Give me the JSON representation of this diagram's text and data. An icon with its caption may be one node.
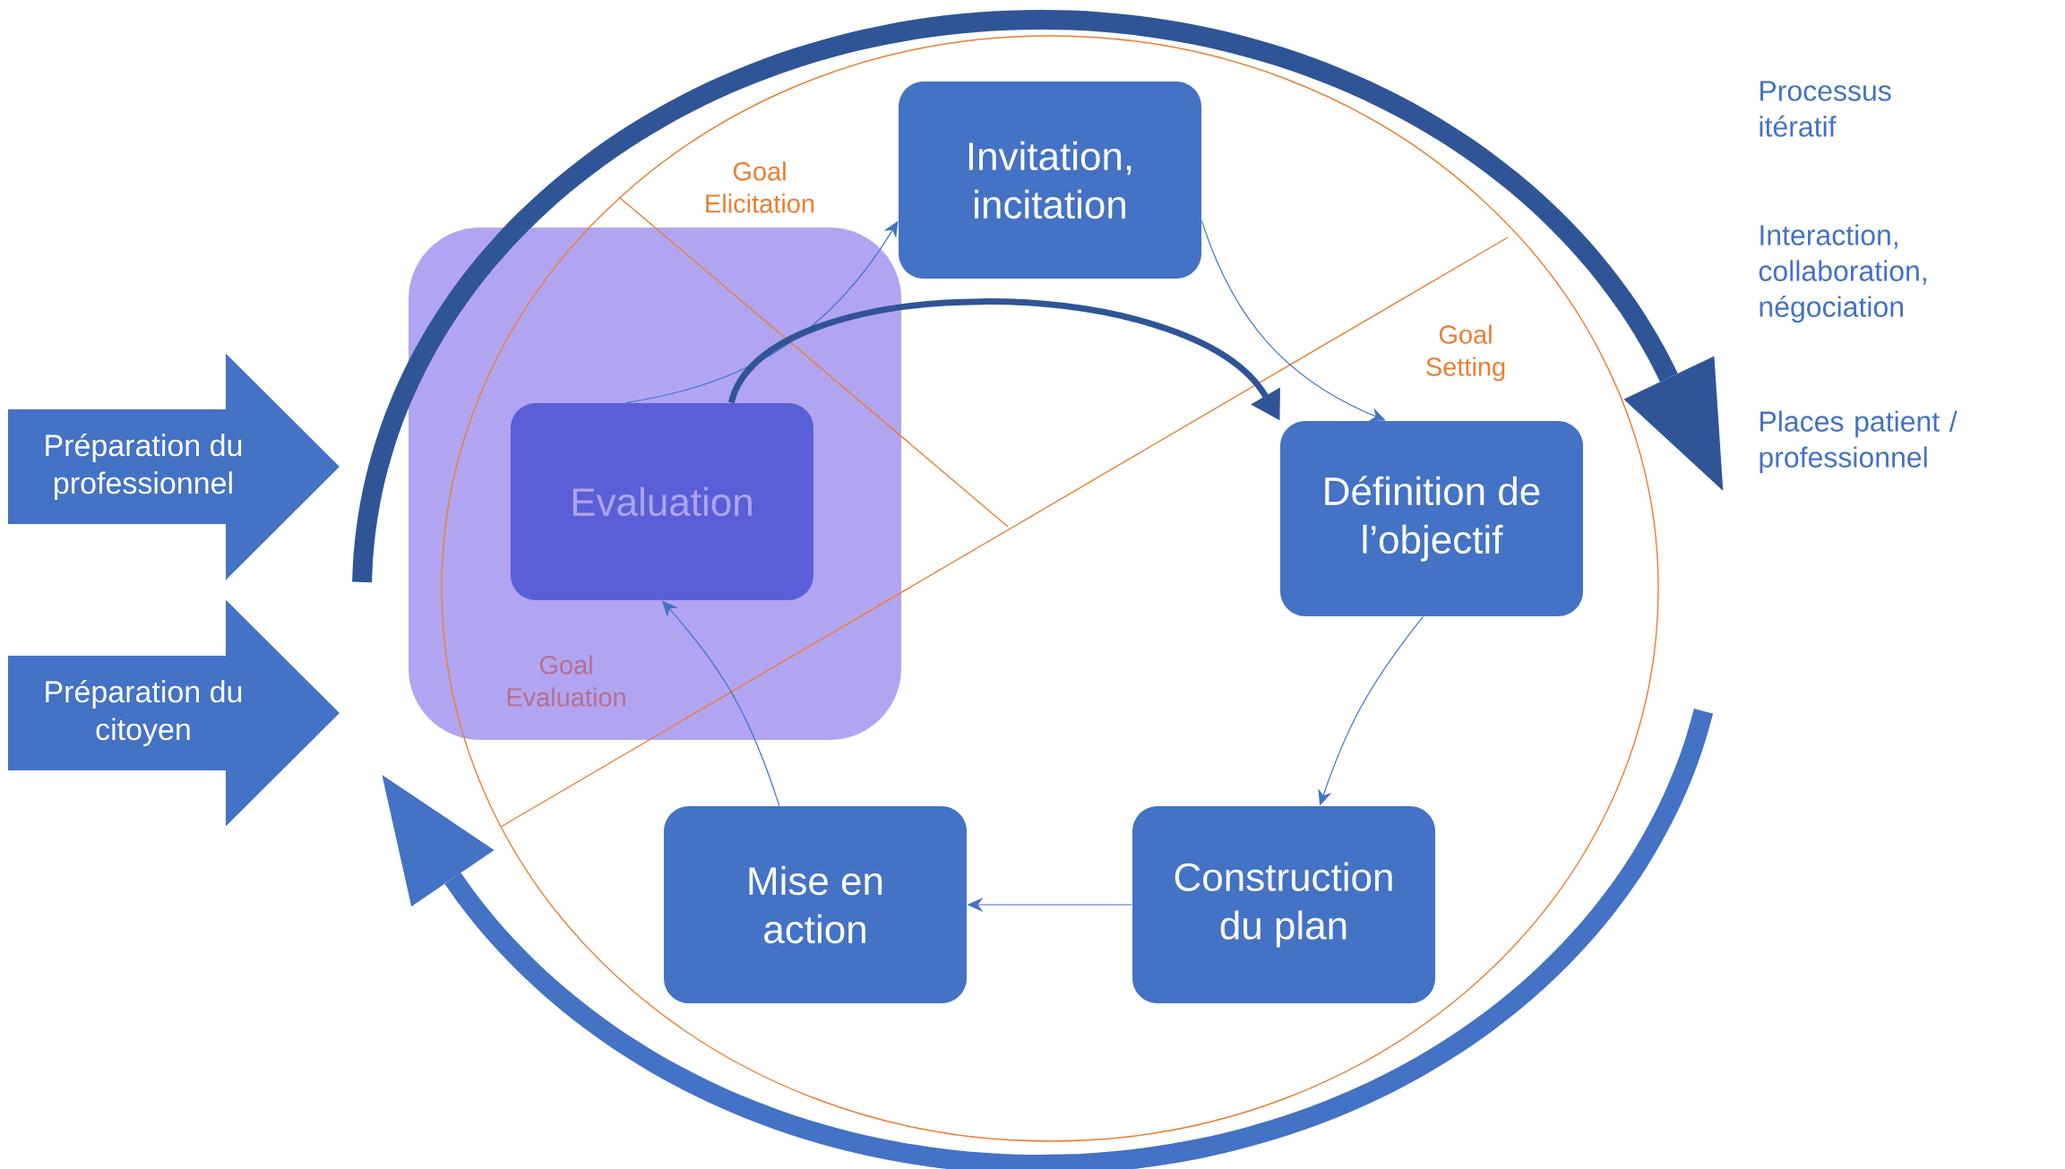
{
  "diagram": {
    "nodes": [
      {
        "text": [
          "Invitation, incitation"
        ]
      },
      {
        "text": [],
        "shape": "box"
      },
      {
        "text": [
          "Evaluation"
        ],
        "in": 1
      },
      {
        "text": [
          "Définition de l’objectif"
        ]
      },
      {
        "text": [
          "Préparation du professionnel"
        ]
      },
      {
        "text": [
          "Préparation du citoyen"
        ]
      },
      {
        "text": [
          "Mise en action"
        ]
      },
      {
        "text": [
          "Construction du plan"
        ]
      }
    ],
    "edges": [
      {
        "from": 2,
        "to": 0,
        "arrow": "to"
      },
      {
        "from": 0,
        "to": 3,
        "arrow": "to"
      },
      {
        "from": 2,
        "to": 3,
        "arrow": "to",
        "style": "thick",
        "color": "#2f5597"
      },
      {
        "from": 3,
        "to": 7,
        "arrow": "to"
      },
      {
        "from": 7,
        "to": 6,
        "arrow": "to"
      },
      {
        "from": 6,
        "to": 2,
        "arrow": "to"
      }
    ],
    "labels": [
      "Goal Elicitation",
      "Goal Setting",
      "Goal Evaluation",
      "Processus itératif",
      "Interaction, collaboration, négociation",
      "Places patient / professionnel"
    ]
  }
}
